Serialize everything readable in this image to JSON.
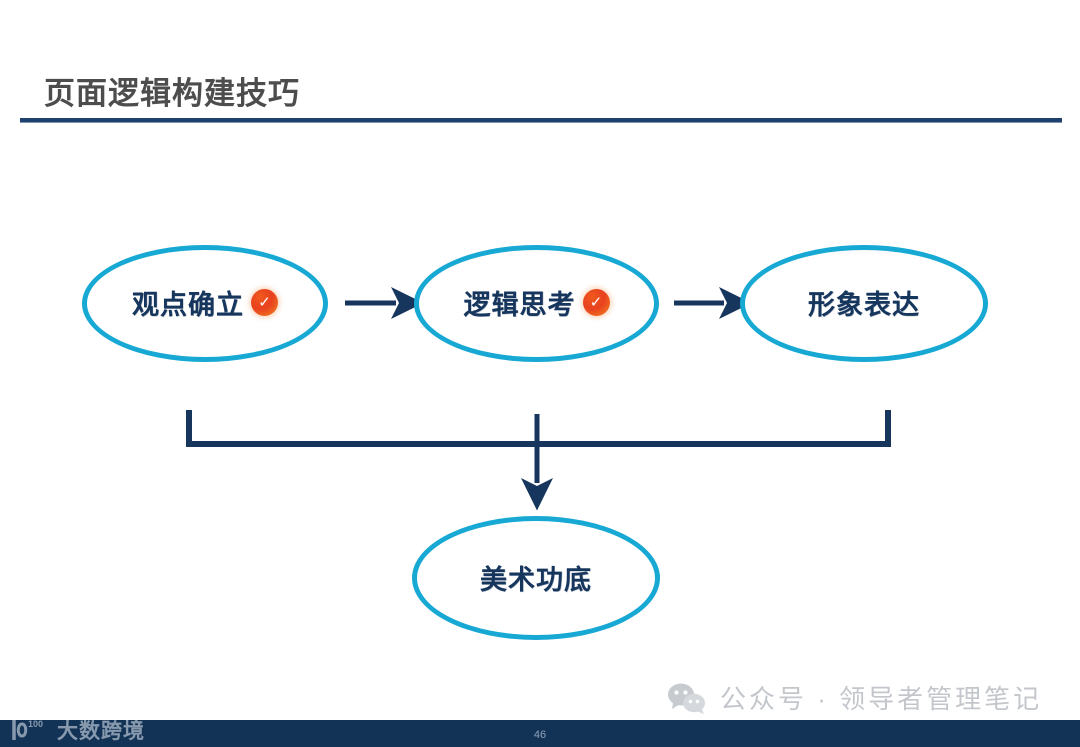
{
  "slide": {
    "title": "页面逻辑构建技巧",
    "page_number": "46",
    "background_color": "#ffffff",
    "title_color": "#4d4d4d",
    "rule_color": "#1f4170"
  },
  "diagram": {
    "type": "flow",
    "node_stroke_color": "#17a9d4",
    "node_text_color": "#17365d",
    "connector_color": "#17365d",
    "badge_colors": [
      "#e8401f",
      "#f2861d"
    ],
    "nodes": [
      {
        "id": "node-1",
        "label": "观点确立",
        "badge": "✓",
        "has_badge": true
      },
      {
        "id": "node-2",
        "label": "逻辑思考",
        "badge": "✓",
        "has_badge": true
      },
      {
        "id": "node-3",
        "label": "形象表达",
        "badge": "",
        "has_badge": false
      },
      {
        "id": "node-4",
        "label": "美术功底",
        "badge": "",
        "has_badge": false
      }
    ],
    "connectors": [
      {
        "from": "node-1",
        "to": "node-2",
        "kind": "arrow-right"
      },
      {
        "from": "node-2",
        "to": "node-3",
        "kind": "arrow-right"
      },
      {
        "from": "node-1,node-2,node-3",
        "to": "node-4",
        "kind": "bracket-down-arrow"
      }
    ]
  },
  "footer": {
    "icon": "wechat-icon",
    "text": "公众号 · 领导者管理笔记",
    "text_color": "#c3c7cc"
  },
  "watermark": {
    "logo": "100-logo-icon",
    "text": "大数跨境",
    "bar_color": "#123256"
  }
}
